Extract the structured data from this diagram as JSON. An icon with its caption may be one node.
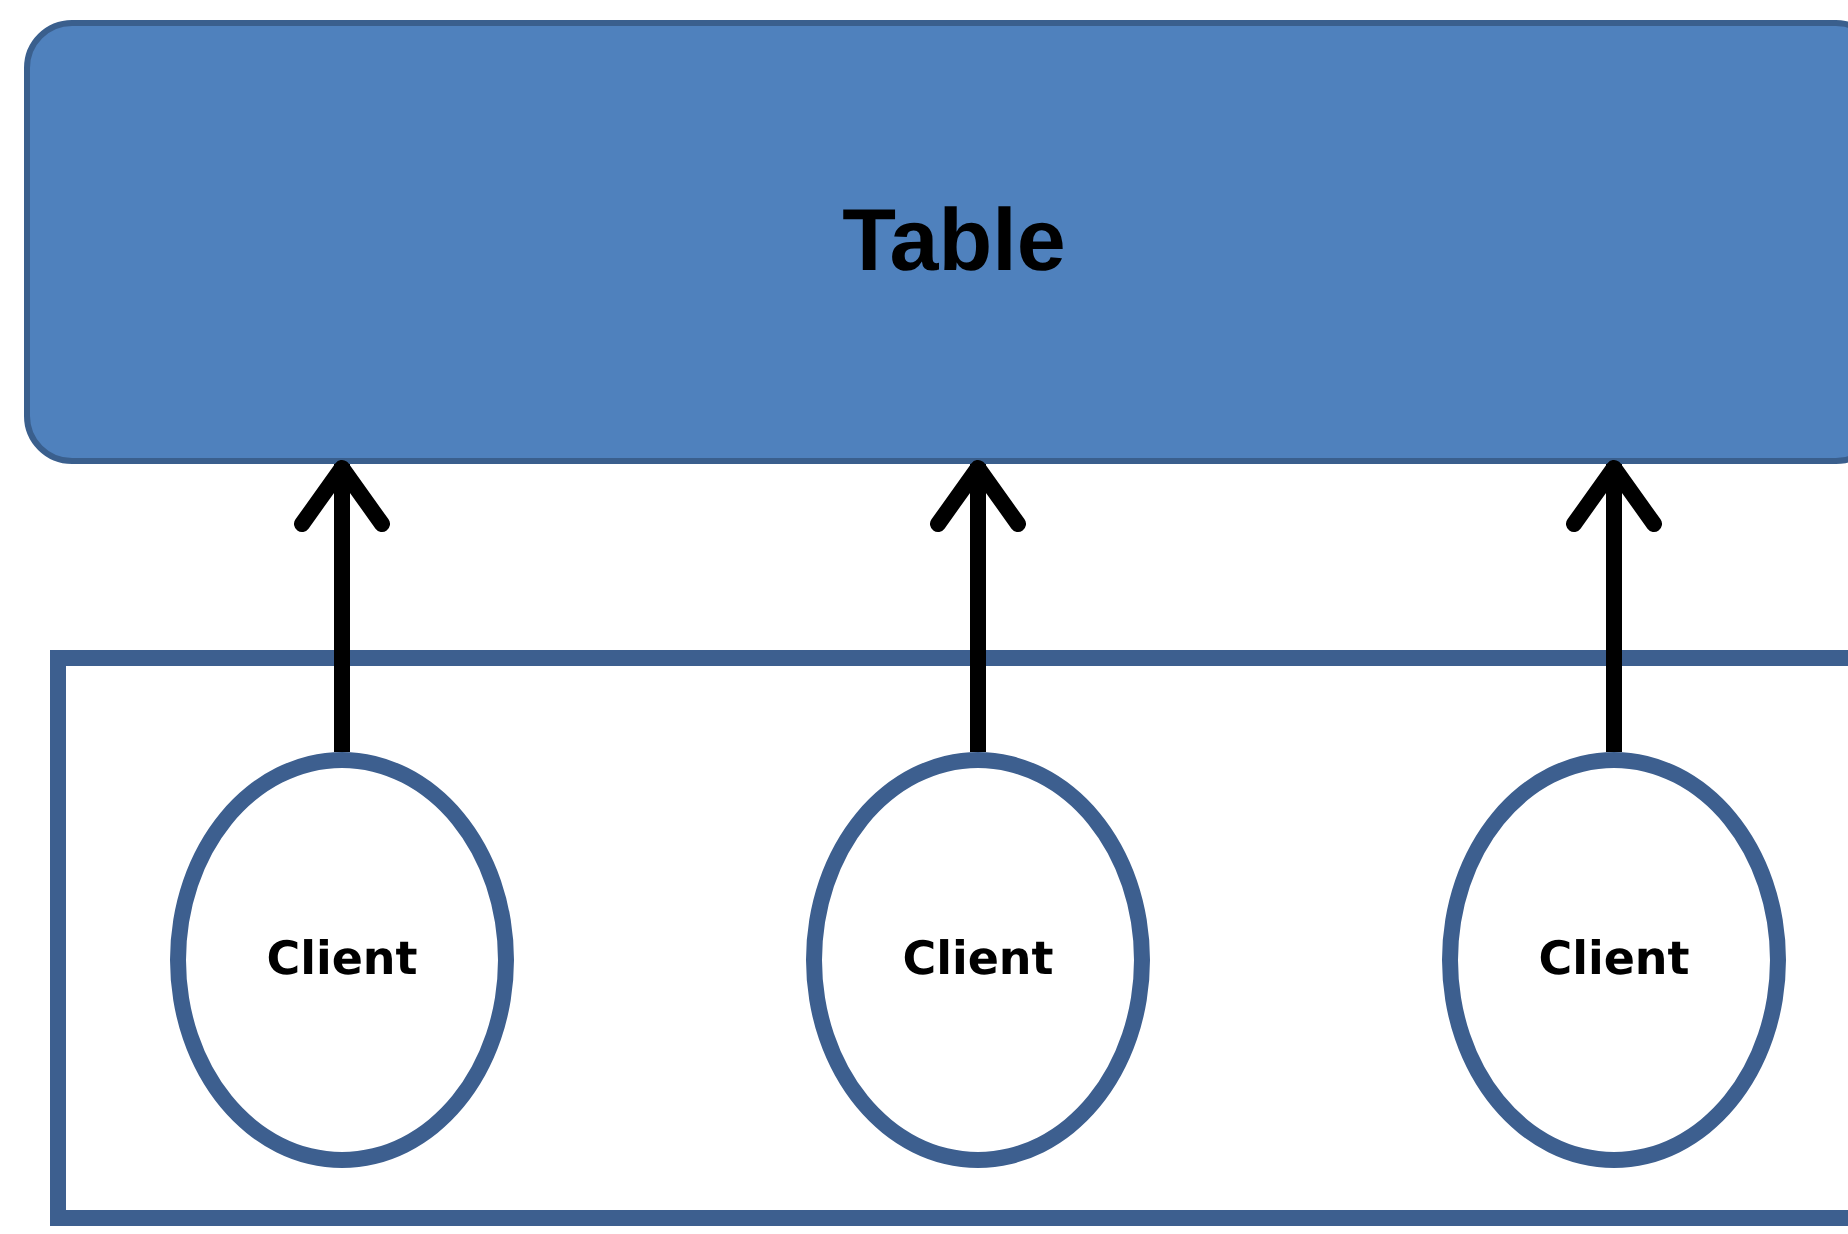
{
  "diagram": {
    "nodes": [
      {
        "text": [
          "Table"
        ]
      },
      {
        "text": [],
        "shape": "box"
      },
      {
        "text": [
          "Client"
        ],
        "in": 1
      },
      {
        "text": [
          "Client"
        ],
        "in": 1
      },
      {
        "text": [
          "Client"
        ],
        "in": 1
      }
    ],
    "edges": [
      {
        "from": 2,
        "to": 0,
        "arrow": "to"
      },
      {
        "from": 3,
        "to": 0,
        "arrow": "to"
      },
      {
        "from": 4,
        "to": 0,
        "arrow": "to"
      }
    ]
  }
}
